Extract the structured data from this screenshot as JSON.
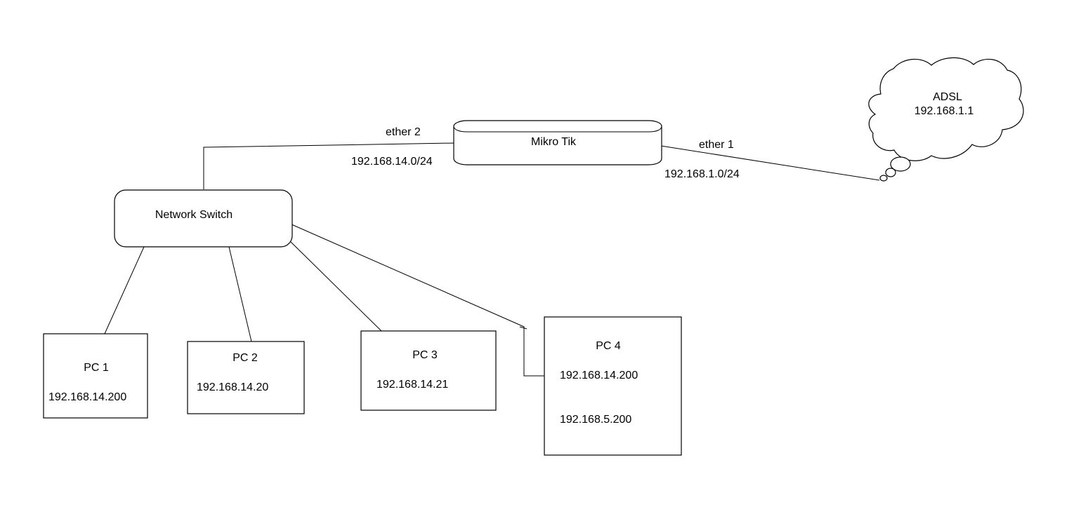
{
  "nodes": {
    "router": {
      "label": "Mikro Tik"
    },
    "switch": {
      "label": "Network Switch"
    },
    "adsl": {
      "label": "ADSL",
      "ip": "192.168.1.1"
    },
    "pc1": {
      "label": "PC 1",
      "ip": "192.168.14.200"
    },
    "pc2": {
      "label": "PC 2",
      "ip": "192.168.14.20"
    },
    "pc3": {
      "label": "PC 3",
      "ip": "192.168.14.21"
    },
    "pc4": {
      "label": "PC 4",
      "ips": [
        "192.168.14.200",
        "192.168.5.200"
      ]
    }
  },
  "links": {
    "ether2": {
      "port": "ether 2",
      "network": "192.168.14.0/24"
    },
    "ether1": {
      "port": "ether 1",
      "network": "192.168.1.0/24"
    }
  }
}
